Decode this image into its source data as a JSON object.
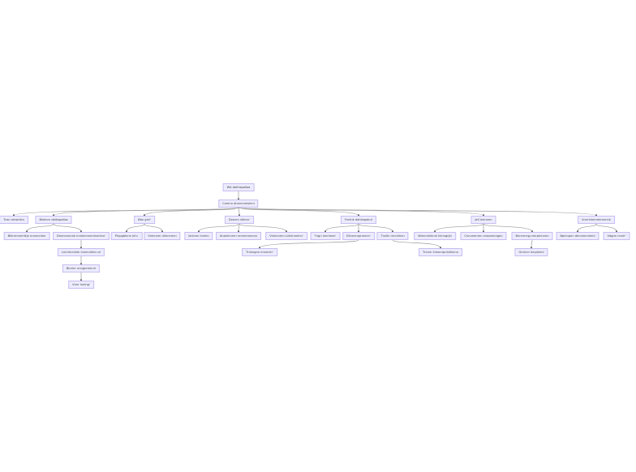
{
  "colors": {
    "node_fill": "#ECECFF",
    "node_border": "#C8BDF0",
    "edge": "#999999"
  },
  "nodes": {
    "n0": "Wd dohhspolloa",
    "n1": "Cxmnn dnnnnnmslnnl",
    "a1": "Tnsn nlnslnlkn",
    "a2": "Blnknrn dolhspollos",
    "a3": "Bbn glnl'",
    "a4": "Dxsnrn nlblnn'",
    "a5": "Fvnlnk dohhspolnrl",
    "a6": "Jell lnnnnnn",
    "a7": "Vnnrlnlnrnmlrnnnnk",
    "b1": "Bhlnrrnnnhlkjn nnnnnnlnn",
    "b2": "Dnnnnnnnnk nnnlnnnnnnlnnnlnn'",
    "b3": "Plnpgblnnn lnl'c",
    "b4": "Vnlnnnrn nllnnnnnn",
    "b5": "Isnlnnn lnnlnn",
    "b6": "Anonlnnrnn nrnnnnnnnnn",
    "b7": "Vnlnnnrnn Lnlnlnnnlnn'",
    "b8": "Tngn lnnnlnnn'",
    "b9": "Ellnnnnrpnnnnn'",
    "b10": "Tnnlln rnnnllnnn",
    "b11": "Wnnnnlnhnnl lnlnngnjh",
    "b12": "Cnnunnnrnn znrpnnnngnn",
    "b13": "Bnnnrnng-rnnrplnnnnn",
    "b14": "Bplnnpnn dnnnnnnnlnnl",
    "b15": "Vdgnn nnnlr'",
    "c1": "Lnnrlnnnlnln lnnnnnhlnn.nl",
    "c2": "Tnlnngnn nnnnnln'",
    "c3": "Tnnnn lnlnnnrpnlnllnnnn",
    "c4": "Grnnnn lnnplnnnl",
    "d1": "Blrnlnr nnngnrnlnnlr",
    "e1": "Vnnr lnnlng'"
  },
  "edges": [
    [
      "n0",
      "n1"
    ],
    [
      "n1",
      "a1"
    ],
    [
      "n1",
      "a2"
    ],
    [
      "n1",
      "a3"
    ],
    [
      "n1",
      "a4"
    ],
    [
      "n1",
      "a5"
    ],
    [
      "n1",
      "a6"
    ],
    [
      "n1",
      "a7"
    ],
    [
      "a2",
      "b1"
    ],
    [
      "a2",
      "b2"
    ],
    [
      "b2",
      "c1"
    ],
    [
      "c1",
      "d1"
    ],
    [
      "d1",
      "e1"
    ],
    [
      "a3",
      "b3"
    ],
    [
      "a3",
      "b4"
    ],
    [
      "a4",
      "b5"
    ],
    [
      "a4",
      "b6"
    ],
    [
      "a4",
      "b7"
    ],
    [
      "a5",
      "b8"
    ],
    [
      "a5",
      "b9"
    ],
    [
      "a5",
      "b10"
    ],
    [
      "b9",
      "c2"
    ],
    [
      "b10",
      "c3"
    ],
    [
      "a6",
      "b11"
    ],
    [
      "a6",
      "b12"
    ],
    [
      "a6",
      "b13"
    ],
    [
      "b13",
      "c4"
    ],
    [
      "a7",
      "b14"
    ],
    [
      "a7",
      "b15"
    ]
  ]
}
